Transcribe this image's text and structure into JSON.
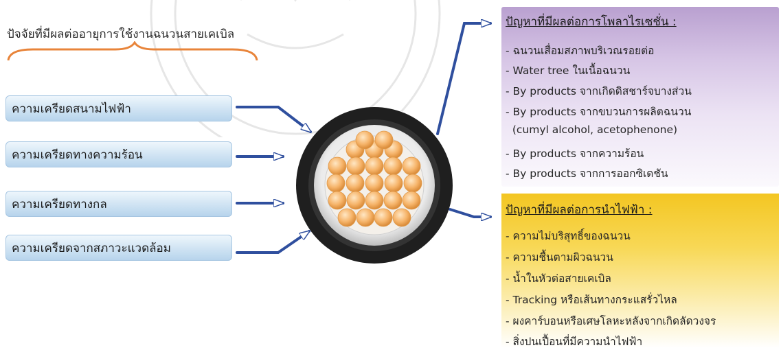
{
  "title": "ปัจจัยที่มีผลต่ออายุการใช้งานฉนวนสายเคเบิล",
  "factors": [
    "ความเครียดสนามไฟฟ้า",
    "ความเครียดทางความร้อน",
    "ความเครียดทางกล",
    "ความเครียดจากสภาวะแวดล้อม"
  ],
  "panel_polarization": {
    "heading": "ปัญหาที่มีผลต่อการโพลาไรเซชั่น :",
    "items": [
      "- ฉนวนเสื่อมสภาพบริเวณรอยต่อ",
      "- Water tree ในเนื้อฉนวน",
      "- By products จากเกิดดิสชาร์จบางส่วน",
      "- By products จากขบวนการผลิตฉนวน",
      "  (cumyl alcohol, acetophenone)",
      "- By products จากความร้อน",
      "- By products จากการออกซิเดชัน"
    ],
    "color": "#c9b3de"
  },
  "panel_conduction": {
    "heading": "ปัญหาที่มีผลต่อการนำไฟฟ้า :",
    "items": [
      "- ความไม่บริสุทธิ์ของฉนวน",
      "- ความชื้นตามผิวฉนวน",
      "- น้ำในหัวต่อสายเคเบิล",
      "- Tracking หรือเส้นทางกระแสรั่วไหล",
      "- ผงคาร์บอนหรือเศษโลหะหลังจากเกิดลัดวงจร",
      "- สิ่งปนเปื้อนที่มีความนำไฟฟ้า"
    ],
    "color": "#f6cf3a"
  },
  "colors": {
    "arrow": "#2f4f9e",
    "brace": "#e8843a",
    "conductor": "#f4b066",
    "jacket": "#1f1f1f"
  }
}
